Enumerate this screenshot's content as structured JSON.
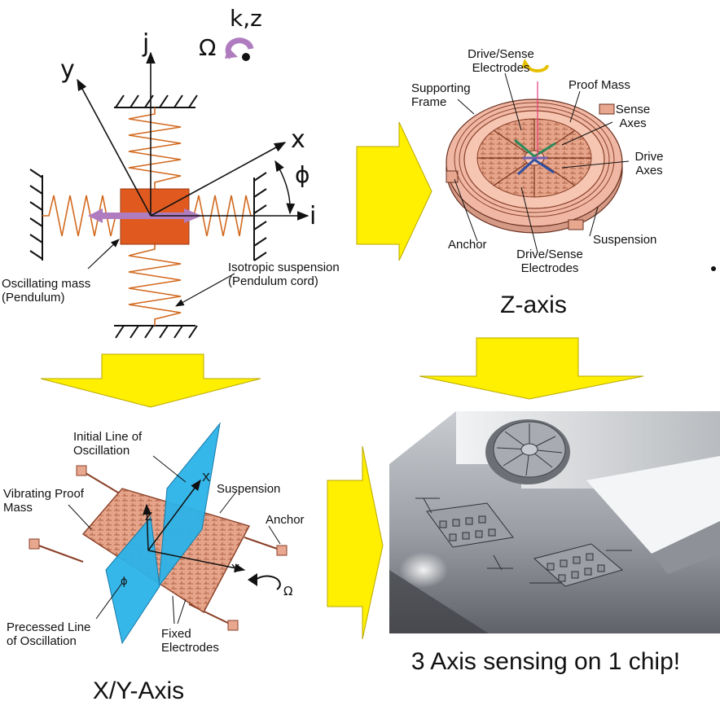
{
  "pendulum": {
    "axis_j": "j",
    "axis_y": "y",
    "axis_x": "x",
    "axis_i": "i",
    "angle": "ϕ",
    "rotation_symbol": "Ω",
    "rotation_axis": "k,z",
    "oscillating_mass": [
      "Oscillating mass",
      "(Pendulum)"
    ],
    "isotropic_suspension": [
      "Isotropic suspension",
      "(Pendulum cord)"
    ]
  },
  "z_axis": {
    "caption": "Z-axis",
    "drive_sense_top": [
      "Drive/Sense",
      "Electrodes"
    ],
    "supporting_frame": [
      "Supporting",
      "Frame"
    ],
    "proof_mass": "Proof Mass",
    "sense_axes": [
      "Sense",
      "Axes"
    ],
    "drive_axes": [
      "Drive",
      "Axes"
    ],
    "anchor": "Anchor",
    "drive_sense_bottom": [
      "Drive/Sense",
      "Electrodes"
    ],
    "suspension": "Suspension"
  },
  "xy_axis": {
    "caption": "X/Y-Axis",
    "initial_line": [
      "Initial Line of",
      "Oscillation"
    ],
    "vibrating_mass": [
      "Vibrating Proof",
      "Mass"
    ],
    "suspension": "Suspension",
    "anchor": "Anchor",
    "axis_x": "X",
    "axis_z": "Z",
    "axis_y": "Y",
    "angle": "ϕ",
    "rotation_symbol": "Ω",
    "precessed_line": [
      "Precessed Line",
      "of Oscillation"
    ],
    "fixed_electrodes": [
      "Fixed",
      "Electrodes"
    ]
  },
  "chip": {
    "caption": "3 Axis sensing on 1 chip!"
  },
  "colors": {
    "spring": "#d2691e",
    "mass": "#e05a20",
    "arrow_fill": "#ffef00",
    "plane": "#2bb3e8",
    "copper": "#e8a890",
    "rotation": "#b07cc0"
  }
}
